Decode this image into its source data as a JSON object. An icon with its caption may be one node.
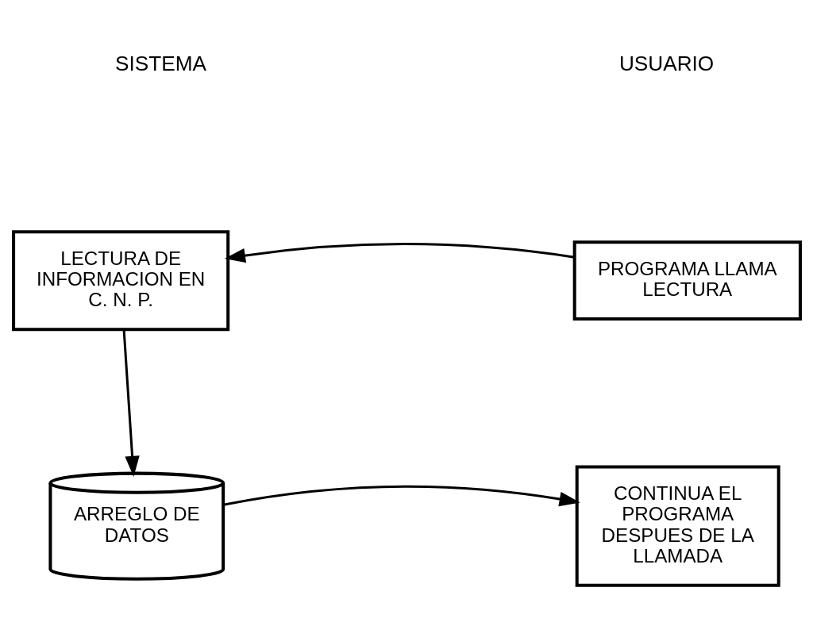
{
  "diagram": {
    "nodes": [
      {
        "text": [
          "LECTURA DE INFORMACION EN C. N. P."
        ]
      },
      {
        "text": [
          "PROGRAMA LLAMA LECTURA"
        ]
      },
      {
        "text": [
          "ARREGLO DE DATOS"
        ]
      },
      {
        "text": [
          "CONTINUA EL PROGRAMA DESPUES DE LA LLAMADA"
        ]
      }
    ],
    "edges": [
      {
        "from": 1,
        "to": 0,
        "arrow": "to"
      },
      {
        "from": 0,
        "to": 2,
        "arrow": "to"
      },
      {
        "from": 2,
        "to": 3,
        "arrow": "to"
      }
    ],
    "labels": [
      "SISTEMA",
      "USUARIO"
    ]
  }
}
